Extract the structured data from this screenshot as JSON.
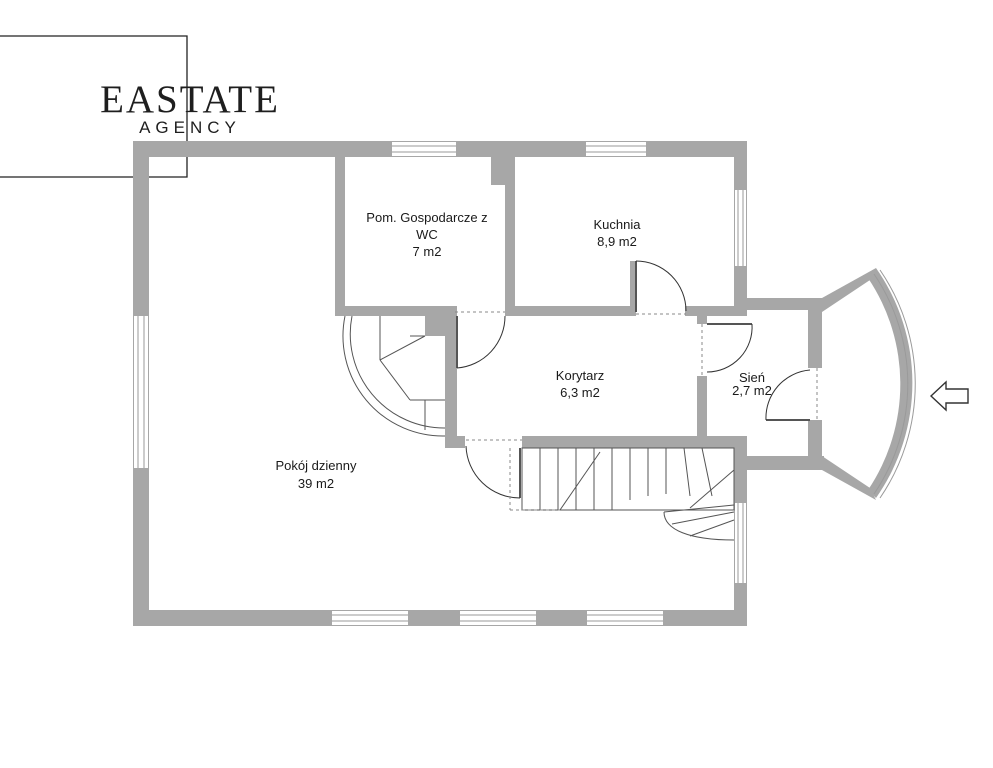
{
  "logo": {
    "brand": "EASTATE",
    "tagline": "AGENCY"
  },
  "rooms": [
    {
      "id": "utility",
      "lines": [
        "Pom. Gospodarcze z",
        "WC",
        "7 m2"
      ]
    },
    {
      "id": "kitchen",
      "lines": [
        "Kuchnia",
        "8,9 m2"
      ]
    },
    {
      "id": "corridor",
      "lines": [
        "Korytarz",
        "6,3 m2"
      ]
    },
    {
      "id": "hall",
      "lines": [
        "Sień",
        "2,7 m2"
      ]
    },
    {
      "id": "living",
      "lines": [
        "Pokój dzienny",
        "39 m2"
      ]
    }
  ],
  "entrance": {
    "icon": "entrance-arrow-icon"
  },
  "colors": {
    "wall": "#a7a7a7",
    "text": "#1a1a1a",
    "background": "#ffffff"
  }
}
